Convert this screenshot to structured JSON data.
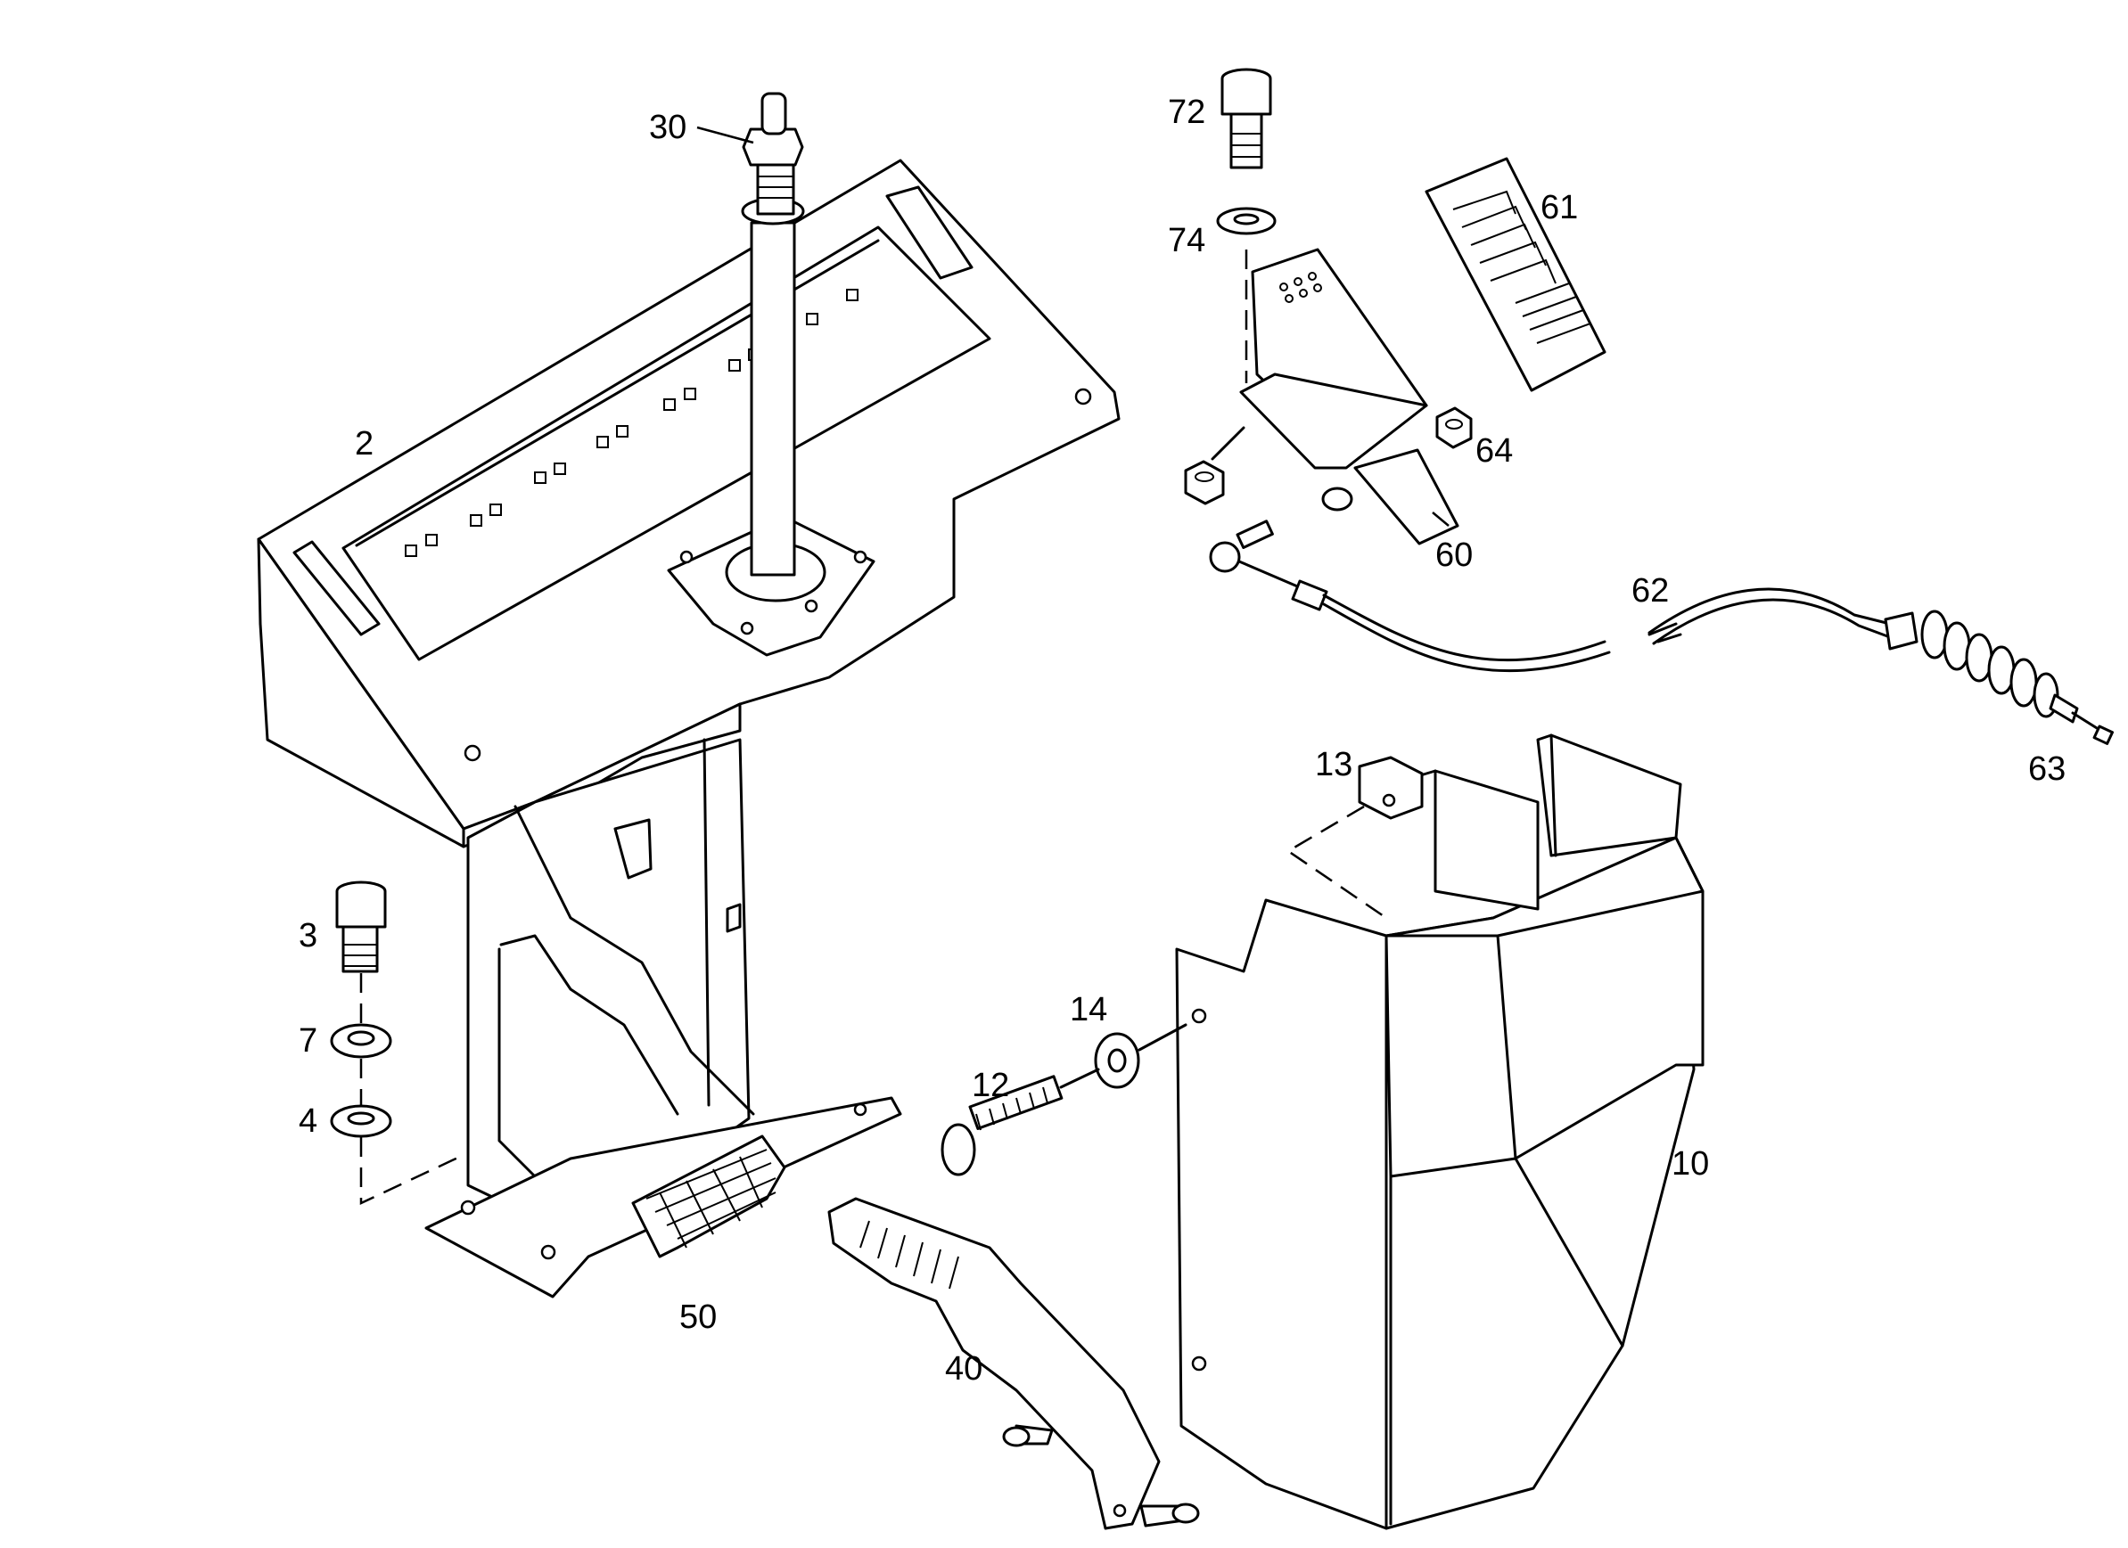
{
  "parts": [
    {
      "id": "p2",
      "label": "2"
    },
    {
      "id": "p3",
      "label": "3"
    },
    {
      "id": "p4",
      "label": "4"
    },
    {
      "id": "p7",
      "label": "7"
    },
    {
      "id": "p10",
      "label": "10"
    },
    {
      "id": "p12",
      "label": "12"
    },
    {
      "id": "p13",
      "label": "13"
    },
    {
      "id": "p14",
      "label": "14"
    },
    {
      "id": "p30",
      "label": "30"
    },
    {
      "id": "p40",
      "label": "40"
    },
    {
      "id": "p50",
      "label": "50"
    },
    {
      "id": "p60",
      "label": "60"
    },
    {
      "id": "p61",
      "label": "61"
    },
    {
      "id": "p62",
      "label": "62"
    },
    {
      "id": "p63",
      "label": "63"
    },
    {
      "id": "p64",
      "label": "64"
    },
    {
      "id": "p72",
      "label": "72"
    },
    {
      "id": "p74",
      "label": "74"
    }
  ]
}
